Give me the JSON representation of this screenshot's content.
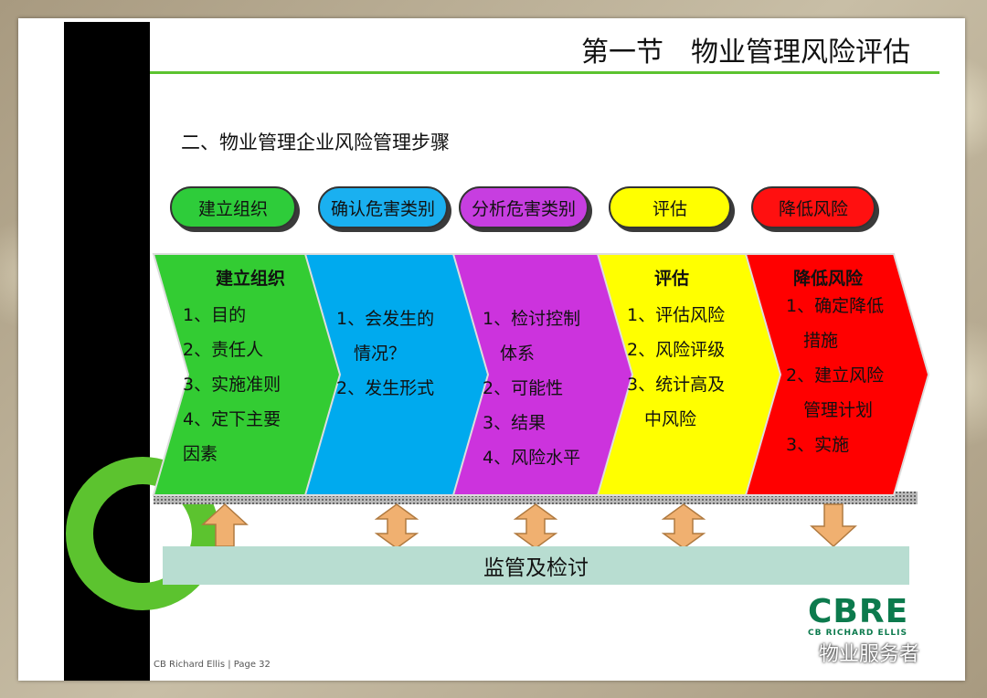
{
  "slide": {
    "title": "第一节　物业管理风险评估",
    "subtitle": "二、物业管理企业风险管理步骤",
    "footer": "CB Richard Ellis | Page 32",
    "monitor_label": "监管及检讨"
  },
  "pills": [
    {
      "label": "建立组织",
      "color": "#2ecc3a"
    },
    {
      "label": "确认危害类别",
      "color": "#1ab0f0"
    },
    {
      "label": "分析危害类别",
      "color": "#c73ee0"
    },
    {
      "label": "评估",
      "color": "#ffff00"
    },
    {
      "label": "降低风险",
      "color": "#ff1010"
    }
  ],
  "steps": [
    {
      "heading": "建立组织",
      "color": "#33cc33",
      "items": [
        "1、目的",
        "2、责任人",
        "3、实施准则",
        "4、定下主要",
        "因素"
      ]
    },
    {
      "heading": "",
      "color": "#00aaee",
      "items": [
        "1、会发生的",
        "　情况？",
        "2、发生形式"
      ]
    },
    {
      "heading": "",
      "color": "#cc33dd",
      "items": [
        "1、检讨控制",
        "　体系",
        "2、可能性",
        "3、结果",
        "4、风险水平"
      ]
    },
    {
      "heading": "评估",
      "color": "#ffff00",
      "items": [
        "1、评估风险",
        "2、风险评级",
        "3、统计高及",
        "　中风险"
      ]
    },
    {
      "heading": "降低风险",
      "color": "#ff0000",
      "items": [
        "1、确定降低",
        "　措施",
        "2、建立风险",
        "　管理计划",
        "3、实施"
      ]
    }
  ],
  "logo": {
    "main": "CBRE",
    "sub": "CB RICHARD ELLIS"
  },
  "watermark": {
    "text": "物业服务者",
    "icon": "wechat-icon"
  },
  "colors": {
    "accent_green": "#5cc32f",
    "arrow": "#f0b070",
    "monitor_bar": "#b8ddd1",
    "logo": "#0c7a4d"
  }
}
